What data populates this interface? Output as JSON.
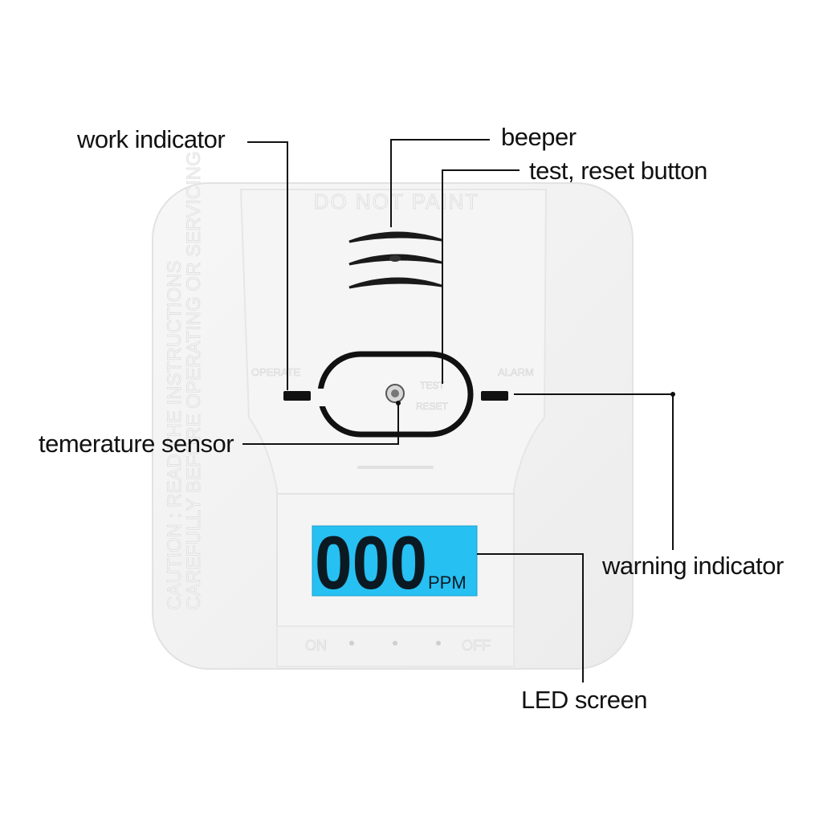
{
  "callouts": {
    "work_indicator": "work indicator",
    "beeper": "beeper",
    "test_reset_button": "test, reset button",
    "temperature_sensor": "temerature sensor",
    "warning_indicator": "warning indicator",
    "led_screen": "LED screen"
  },
  "device": {
    "top_label": "DO NOT PAINT",
    "side_label_line1": "CAUTION : READ THE INSTRUCTIONS",
    "side_label_line2": "CAREFULLY BEFORE OPERATING OR SERVICING",
    "operate_label": "OPERATE",
    "alarm_label": "ALARM",
    "test_label": "TEST",
    "reset_label": "RESET",
    "switch_on_label": "ON",
    "switch_off_label": "OFF",
    "lcd": {
      "reading": "000",
      "unit": "PPM"
    }
  },
  "colors": {
    "lcd_background": "#27c0f2",
    "lcd_digits": "#0b1a22",
    "device_body": "#f3f3f3",
    "leader_lines": "#111111"
  }
}
